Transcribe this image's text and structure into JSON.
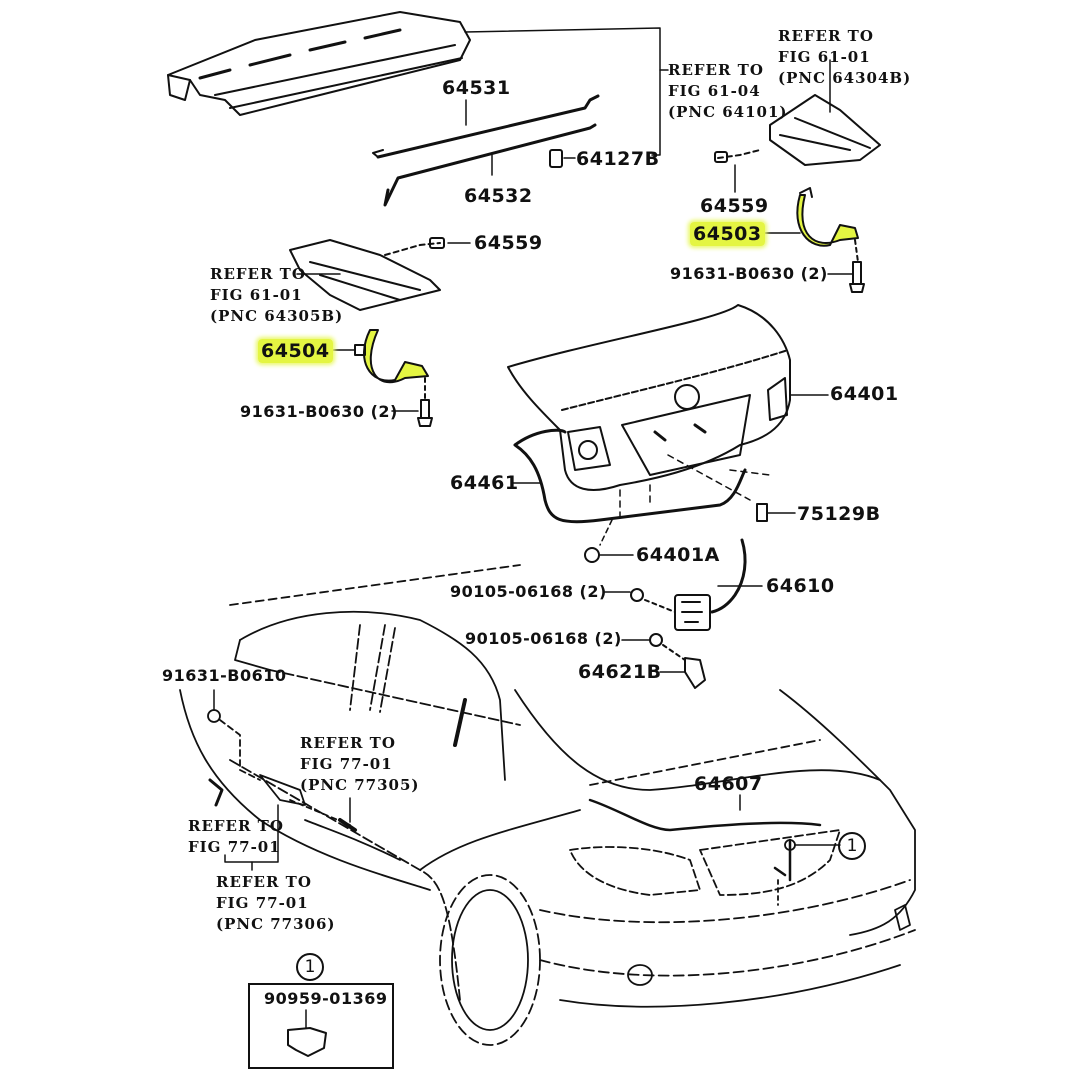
{
  "diagram": {
    "title": "Luggage compartment door & lock parts diagram",
    "highlight_color": "#e4f542",
    "callouts": {
      "p64531": "64531",
      "p64532": "64532",
      "p64127B": "64127B",
      "p64559_top": "64559",
      "p64503": "64503",
      "p91631_top": "91631-B0630 (2)",
      "p64559_left": "64559",
      "p64504": "64504",
      "p91631_left": "91631-B0630 (2)",
      "p64401": "64401",
      "p64461": "64461",
      "p75129B": "75129B",
      "p64401A": "64401A",
      "p90105_a": "90105-06168 (2)",
      "p64610": "64610",
      "p90105_b": "90105-06168 (2)",
      "p64621B": "64621B",
      "p91631_b0610": "91631-B0610",
      "p64607": "64607",
      "p90959": "90959-01369"
    },
    "references": {
      "ref_61_04": "REFER TO\nFIG 61-04\n(PNC 64101)",
      "ref_61_01_a": "REFER TO\nFIG 61-01\n(PNC 64304B)",
      "ref_61_01_b": "REFER TO\nFIG 61-01\n(PNC 64305B)",
      "ref_77_01_a": "REFER TO\nFIG 77-01\n(PNC 77305)",
      "ref_77_01_b": "REFER TO\nFIG 77-01",
      "ref_77_01_c": "REFER TO\nFIG 77-01\n(PNC 77306)"
    },
    "markers": {
      "circle_1_car": "1",
      "circle_1_box": "1"
    },
    "highlighted_parts": [
      "64503",
      "64504"
    ]
  }
}
